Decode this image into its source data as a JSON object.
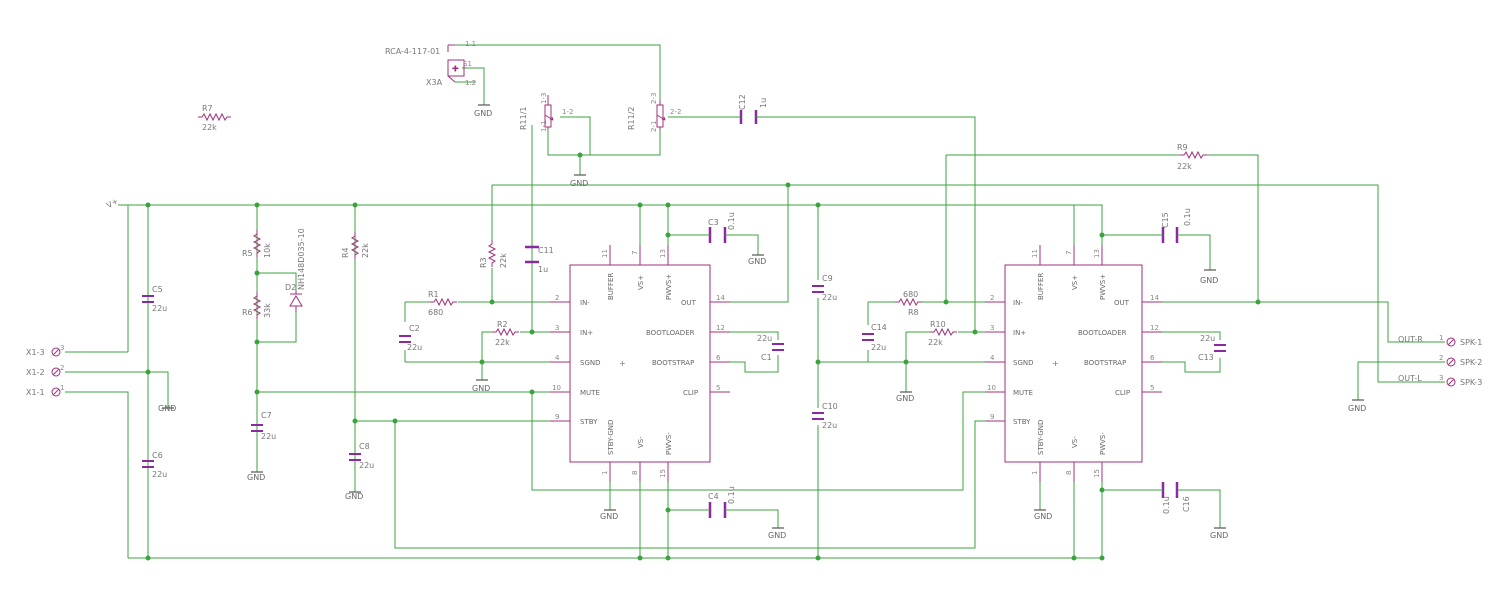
{
  "colors": {
    "wire": "#3ba33b",
    "part": "#a0307a",
    "cap": "#8a2aa0",
    "junction": "#3ba33b",
    "label": "#777777"
  },
  "top": {
    "vplus": "V+",
    "jack_name": "RCA-4-117-01",
    "jack_ref": "X3A",
    "jack_pin_a": "1.1",
    "jack_pin_b": "1.2",
    "jack_pin_c": "S1"
  },
  "r7": {
    "name": "R7",
    "value": "22k"
  },
  "pots": {
    "r11a": {
      "name": "R11/1",
      "p1": "1-3",
      "p2": "1-2",
      "p3": "1-1"
    },
    "r11b": {
      "name": "R11/2",
      "p1": "2-3",
      "p2": "2-2",
      "p3": "2-1"
    }
  },
  "c12": {
    "name": "C12",
    "value": "1u"
  },
  "r9": {
    "name": "R9",
    "value": "22k"
  },
  "power": {
    "r5": {
      "name": "R5",
      "value": "10k"
    },
    "r6": {
      "name": "R6",
      "value": "33k"
    },
    "d2": {
      "name": "D2",
      "value": "NH148D035-10"
    },
    "r4": {
      "name": "R4",
      "value": "22k"
    },
    "c5": {
      "name": "C5",
      "value": "22u"
    },
    "c6": {
      "name": "C6",
      "value": "22u"
    },
    "c7": {
      "name": "C7",
      "value": "22u"
    },
    "c8": {
      "name": "C8",
      "value": "22u"
    },
    "x1": [
      "X1-3",
      "X1-2",
      "X1-1"
    ],
    "x1pins": [
      "3",
      "2",
      "1"
    ]
  },
  "left_amp": {
    "r3": {
      "name": "R3",
      "value": "22k"
    },
    "c11": {
      "name": "C11",
      "value": "1u"
    },
    "r1": {
      "name": "R1",
      "value": "680"
    },
    "r2": {
      "name": "R2",
      "value": "22k"
    },
    "c2": {
      "name": "C2",
      "value": "22u"
    },
    "c3": {
      "name": "C3",
      "value": "0.1u"
    },
    "c1": {
      "name": "C1",
      "value": "22u"
    },
    "c4": {
      "name": "C4",
      "value": "0.1u"
    }
  },
  "right_amp": {
    "r8": {
      "name": "R8",
      "value": "680"
    },
    "r10": {
      "name": "R10",
      "value": "22k"
    },
    "c14": {
      "name": "C14",
      "value": "22u"
    },
    "c15": {
      "name": "C15",
      "value": "0.1u"
    },
    "c13": {
      "name": "C13",
      "value": "22u"
    },
    "c16": {
      "name": "C16",
      "value": "0.1u"
    }
  },
  "mid": {
    "c9": {
      "name": "C9",
      "value": "22u"
    },
    "c10": {
      "name": "C10",
      "value": "22u"
    }
  },
  "ic_pins": {
    "left": [
      "IN-",
      "IN+",
      "SGND",
      "MUTE",
      "STBY"
    ],
    "right": [
      "OUT",
      "BOOTLOADER",
      "BOOTSTRAP",
      "CLIP"
    ],
    "top": [
      "BUFFER",
      "VS+",
      "PWVS+"
    ],
    "bottom": [
      "STBY-GND",
      "VS-",
      "PWVS-"
    ],
    "nums_left": [
      "2",
      "3",
      "4",
      "10",
      "9"
    ],
    "nums_right": [
      "14",
      "12",
      "6",
      "5"
    ],
    "nums_top": [
      "11",
      "7",
      "13"
    ],
    "nums_bottom": [
      "1",
      "8",
      "15"
    ]
  },
  "gnd": "GND",
  "out": {
    "r": "OUT-R",
    "l": "OUT-L",
    "spk": [
      "SPK-1",
      "SPK-2",
      "SPK-3"
    ],
    "pins": [
      "1",
      "2",
      "3"
    ]
  }
}
